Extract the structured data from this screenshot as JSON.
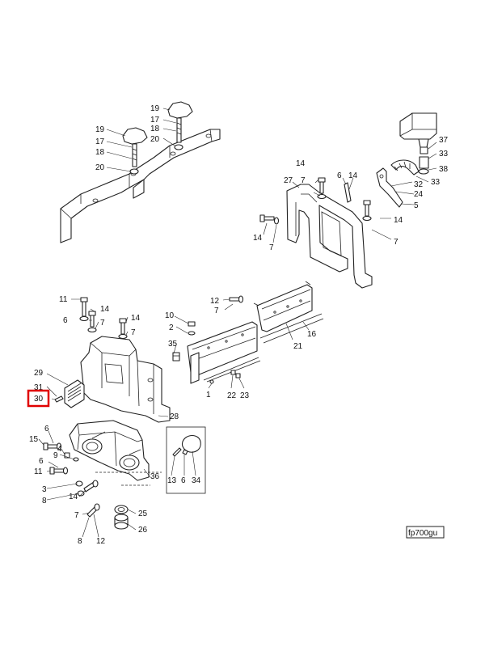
{
  "diagram": {
    "reference": "fp700gu",
    "highlighted_callout": "30",
    "highlight_color": "#e00000",
    "callouts": {
      "c19a": "19",
      "c17a": "17",
      "c18a": "18",
      "c20a": "20",
      "c19b": "19",
      "c17b": "17",
      "c18b": "18",
      "c20b": "20",
      "c37": "37",
      "c33a": "33",
      "c38": "38",
      "c32": "32",
      "c33b": "33",
      "c24": "24",
      "c5": "5",
      "c14r1": "14",
      "c27": "27",
      "c7r1": "7",
      "c6r": "6",
      "c14r2": "14",
      "c14r3": "14",
      "c14r4": "14",
      "c7r2": "7",
      "c7r3": "7",
      "c11a": "11",
      "c14m1": "14",
      "c6m": "6",
      "c7m1": "7",
      "c14m2": "14",
      "c7m2": "7",
      "c29": "29",
      "c31": "31",
      "c30": "30",
      "c28": "28",
      "c12a": "12",
      "c7m3": "7",
      "c10": "10",
      "c2": "2",
      "c35": "35",
      "c1": "1",
      "c16": "16",
      "c21": "21",
      "c22": "22",
      "c23": "23",
      "c6b1": "6",
      "c15": "15",
      "c4": "4",
      "c9": "9",
      "c6b2": "6",
      "c11b": "11",
      "c3": "3",
      "c8a": "8",
      "c14b": "14",
      "c7b": "7",
      "c8b": "8",
      "c12b": "12",
      "c25": "25",
      "c26": "26",
      "c36": "36",
      "c13": "13",
      "c6box": "6",
      "c34": "34"
    }
  }
}
